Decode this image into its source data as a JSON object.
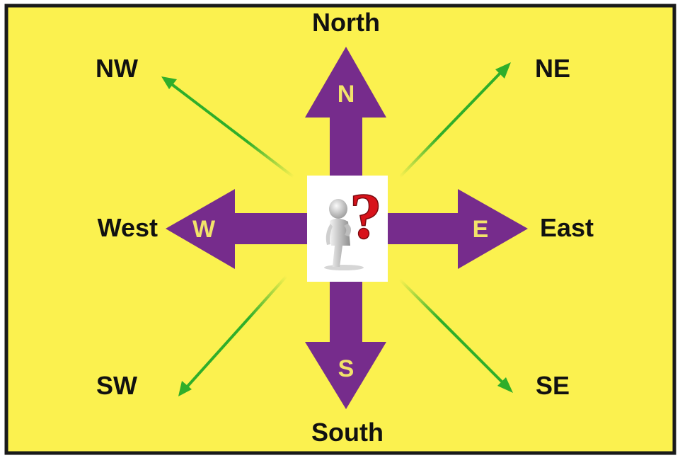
{
  "directions": {
    "north": {
      "label": "North",
      "letter": "N"
    },
    "south": {
      "label": "South",
      "letter": "S"
    },
    "east": {
      "label": "East",
      "letter": "E"
    },
    "west": {
      "label": "West",
      "letter": "W"
    },
    "northeast": {
      "label": "NE"
    },
    "northwest": {
      "label": "NW"
    },
    "southeast": {
      "label": "SE"
    },
    "southwest": {
      "label": "SW"
    }
  },
  "center_image": {
    "icon": "thinking-person-question-icon",
    "symbol": "?"
  },
  "colors": {
    "background": "#fbf14f",
    "border": "#1a1a1a",
    "main_arrow": "#762c8c",
    "letter": "#f2e36a",
    "diagonal_arrow": "#2fae2a",
    "label": "#111111",
    "question_mark": "#d8121b"
  }
}
